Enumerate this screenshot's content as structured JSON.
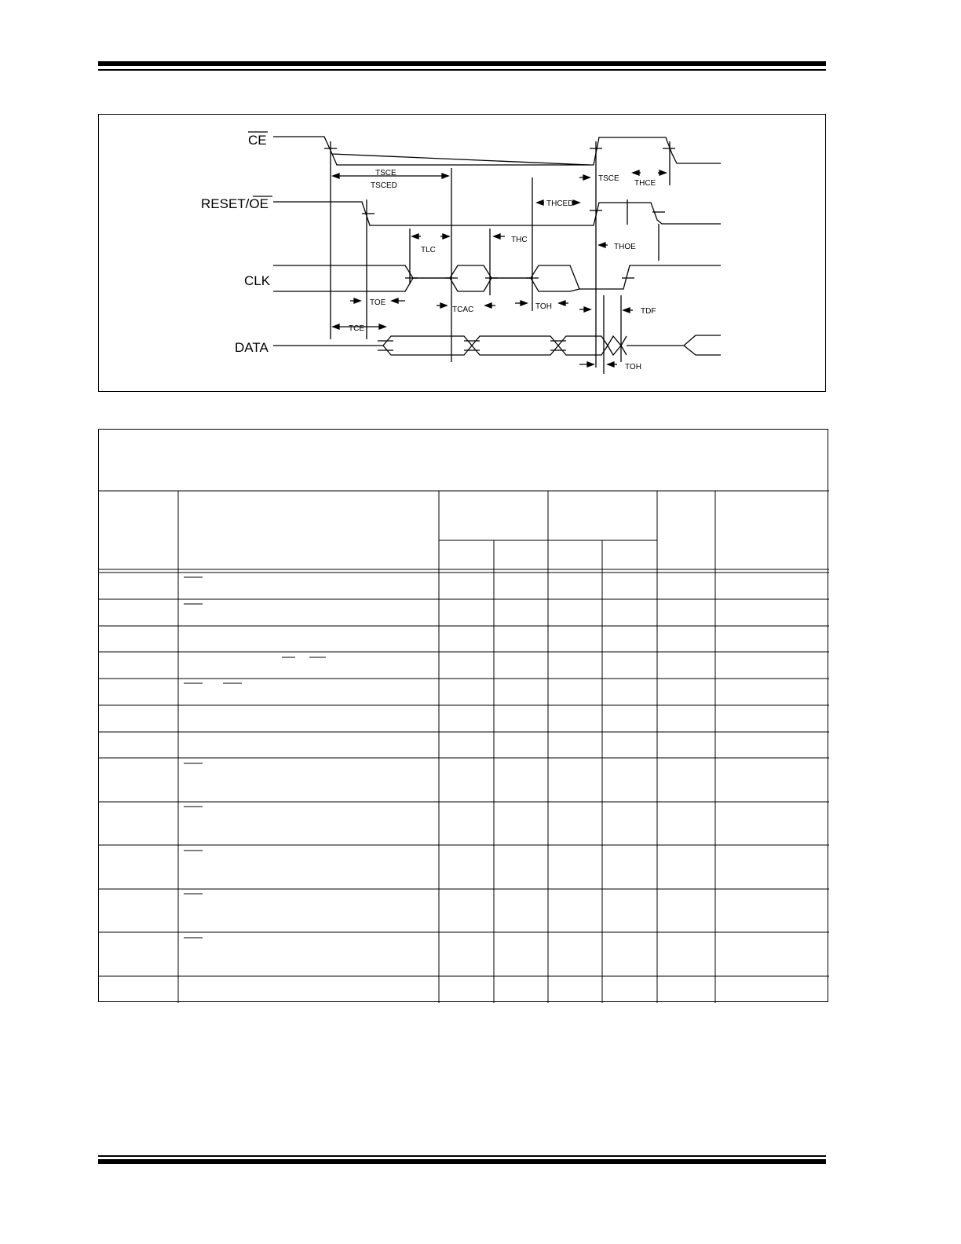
{
  "timing_diagram": {
    "signals": {
      "ce": "CE",
      "reset_oe_prefix": "RESET/",
      "reset_oe_bar": "OE",
      "clk": "CLK",
      "data": "DATA"
    },
    "labels": {
      "tsce": "TSCE",
      "tsced": "TSCED",
      "tsce_right": "TSCE",
      "thce": "THCE",
      "thced": "THCED",
      "tlc": "TLC",
      "thc": "THC",
      "thoe": "THOE",
      "toe": "TOE",
      "tcac": "TCAC",
      "toh": "TOH",
      "tdf": "TDF",
      "tce": "TCE",
      "toh_bottom": "TOH"
    }
  }
}
